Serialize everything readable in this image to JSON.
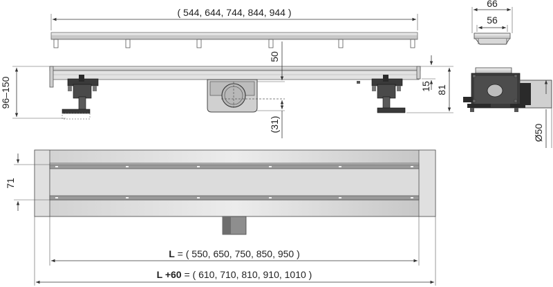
{
  "dimensions": {
    "grate_length_options": "( 544, 644, 744, 844, 944 )",
    "profile_width_outer": "66",
    "profile_width_inner": "56",
    "outlet_depth": "50",
    "frame_height": "15",
    "body_height": "81",
    "foot_adjust_range": "96–150",
    "outlet_offset": "(31)",
    "outlet_diameter": "Ø50",
    "grate_width": "71",
    "channel_length_label": "L",
    "channel_length_options": " = ( 550, 650, 750, 850, 950 )",
    "total_length_label": "L +60",
    "total_length_options": " = ( 610, 710, 810, 910, 1010 )"
  },
  "colors": {
    "steel_light": "#e4e4e4",
    "steel_mid": "#c8c8c8",
    "steel_dark": "#8a8a8a",
    "plastic_dark": "#3a3a3a",
    "line": "#333333"
  }
}
